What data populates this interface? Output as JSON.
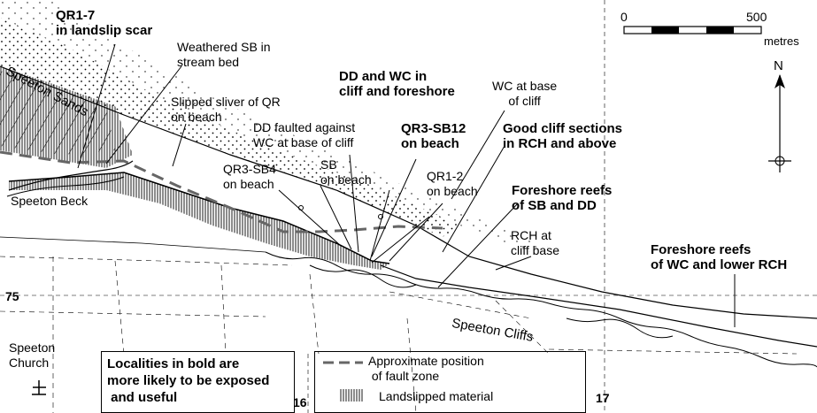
{
  "labels": {
    "qr1_7": "QR1-7\nin landslip scar",
    "weathered_sb": "Weathered SB in\nstream bed",
    "speeton_sands": "Speeton Sands",
    "slipped_sliver": "Slipped sliver of QR\non beach",
    "dd_wc_cliff": "DD and WC in\ncliff and foreshore",
    "wc_base": "WC at base\nof cliff",
    "dd_faulted": "DD faulted against\nWC at base of cliff",
    "qr3_sb12": "QR3-SB12\non beach",
    "good_cliff": "Good cliff sections\nin RCH and above",
    "qr3_sb4": "QR3-SB4\non beach",
    "sb_beach": "SB\non beach",
    "qr1_2": "QR1-2\non beach",
    "speeton_beck": "Speeton Beck",
    "foreshore_sb_dd": "Foreshore reefs\nof SB and DD",
    "rch_cliff": "RCH at\ncliff base",
    "foreshore_wc_rch": "Foreshore reefs\nof WC and lower RCH",
    "speeton_cliffs": "Speeton Cliffs",
    "speeton_church": "Speeton\nChurch"
  },
  "grid": {
    "row_75": "75",
    "col_16": "16",
    "col_17": "17"
  },
  "scale": {
    "zero": "0",
    "max": "500",
    "unit": "metres"
  },
  "north": "N",
  "note": "Localities in bold are\nmore likely to be exposed\n and useful",
  "legend": {
    "fault": "Approximate position\n of fault zone",
    "landslip": "Landslipped material"
  },
  "colors": {
    "ink": "#000000",
    "fault": "#666666",
    "background": "#ffffff"
  }
}
